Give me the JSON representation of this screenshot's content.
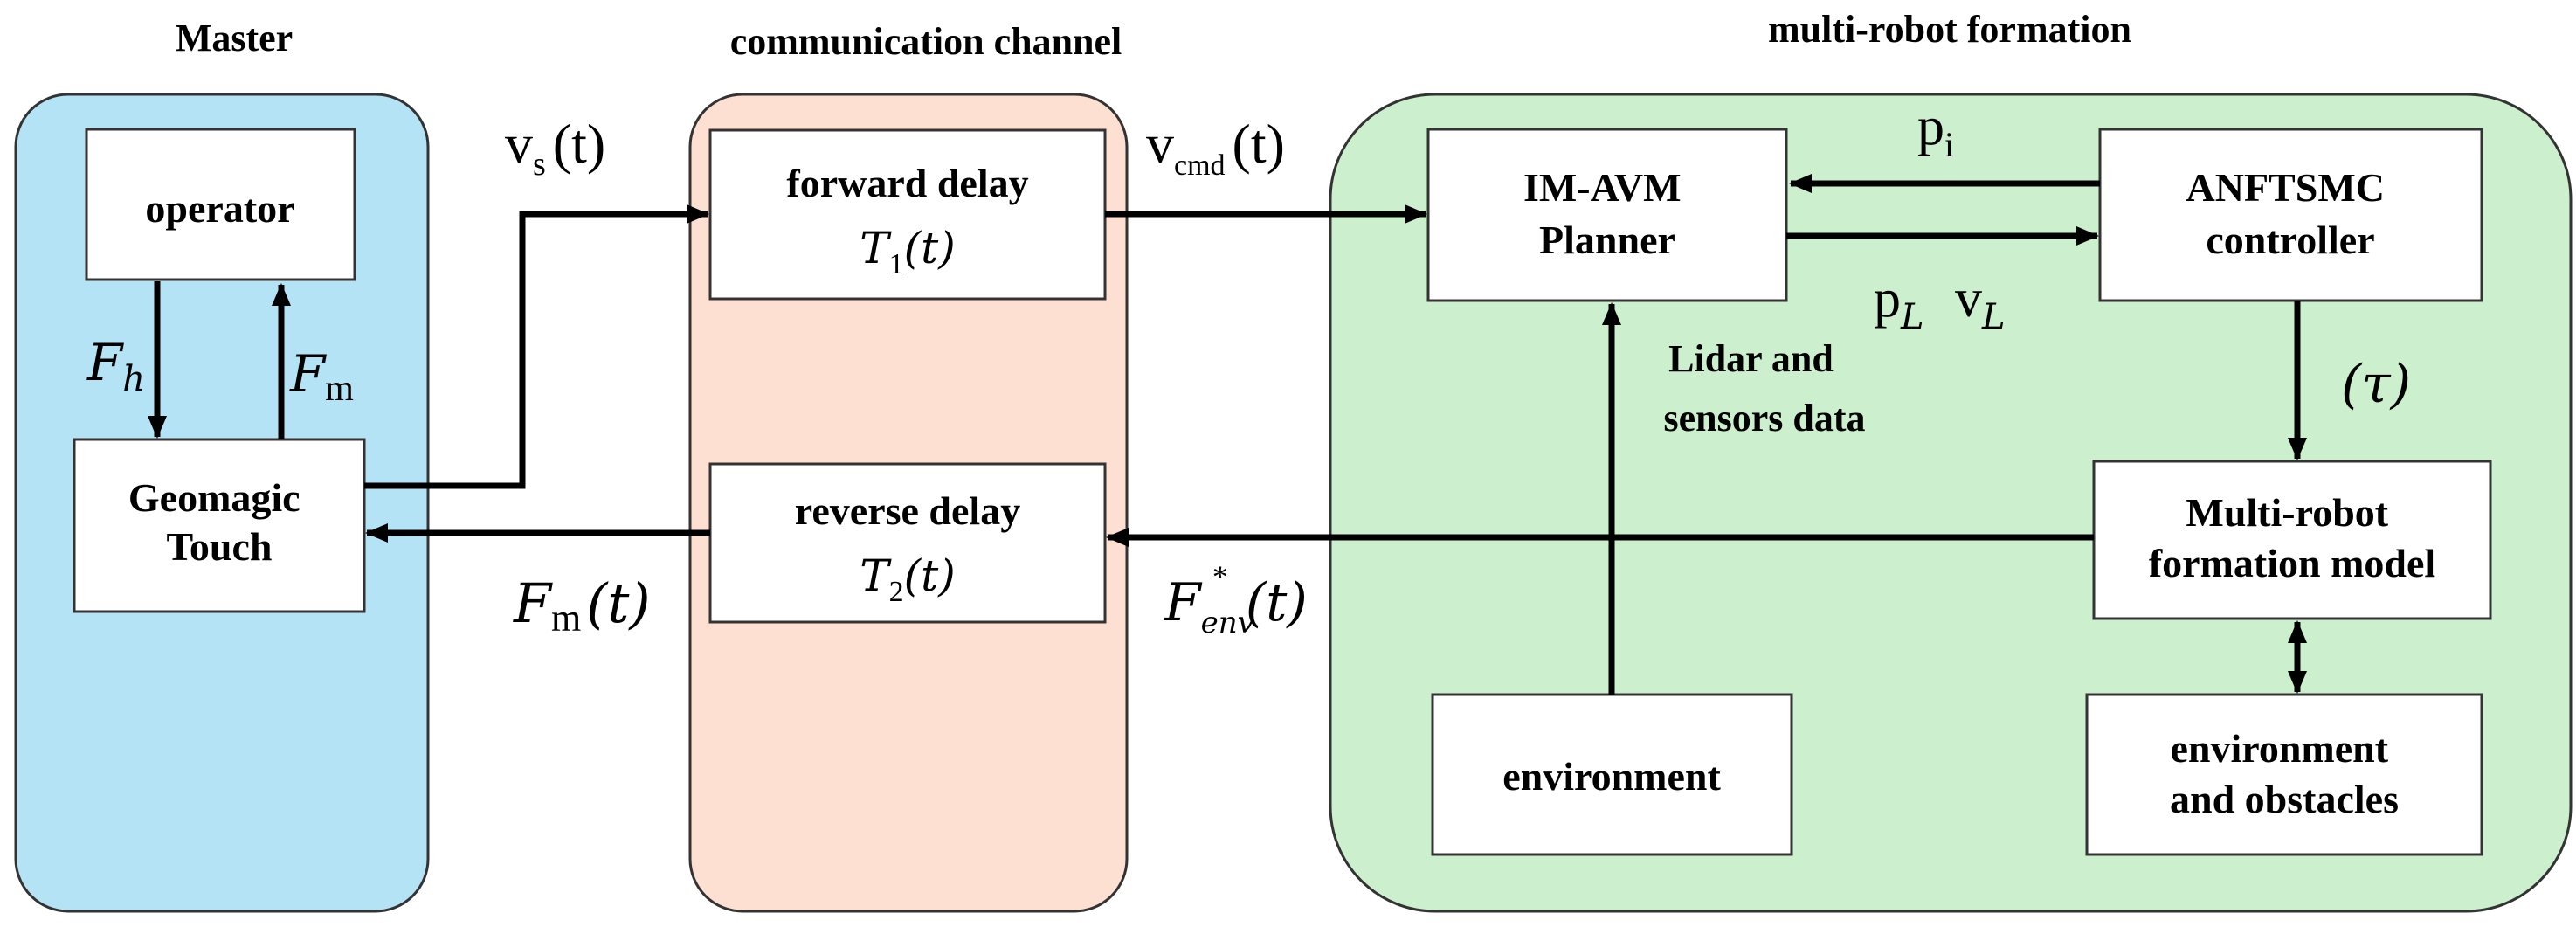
{
  "colors": {
    "master_bg": "#b4e3f5",
    "channel_bg": "#fde0d2",
    "formation_bg": "#ccefcd",
    "outline": "#333333",
    "line": "#000000"
  },
  "regions": {
    "master": {
      "title": "Master"
    },
    "channel": {
      "title": "communication channel"
    },
    "formation": {
      "title": "multi-robot formation"
    }
  },
  "blocks": {
    "operator": [
      "operator"
    ],
    "geomagic": [
      "Geomagic",
      "Touch"
    ],
    "forward_delay": {
      "line1": "forward delay",
      "fn": "T",
      "sub": "1",
      "arg": "(t)"
    },
    "reverse_delay": {
      "line1": "reverse delay",
      "fn": "T",
      "sub": "2",
      "arg": "(t)"
    },
    "planner": [
      "IM-AVM",
      "Planner"
    ],
    "controller": [
      "ANFTSMC",
      "controller"
    ],
    "formation_model": [
      "Multi-robot",
      "formation model"
    ],
    "environment": [
      "environment"
    ],
    "env_obstacles": [
      "environment",
      "and obstacles"
    ]
  },
  "signals": {
    "fh": {
      "base": "F",
      "sub": "h"
    },
    "fm": {
      "base": "F",
      "sub": "m"
    },
    "vs": {
      "base": "v",
      "sub": "s",
      "arg": "(t)"
    },
    "vcmd": {
      "base": "v",
      "sub": "cmd",
      "arg": "(t)"
    },
    "fm_t": {
      "base": "F",
      "sub": "m",
      "arg": "(t)"
    },
    "fenv": {
      "base": "F",
      "sub": "env",
      "sup": "*",
      "arg": "(t)"
    },
    "pi": {
      "base": "p",
      "sub": "i"
    },
    "pl": {
      "base": "p",
      "sub": "L"
    },
    "vl": {
      "base": "v",
      "sub": "L"
    },
    "tau": "(τ)",
    "lidar": [
      "Lidar and",
      "sensors data"
    ]
  }
}
